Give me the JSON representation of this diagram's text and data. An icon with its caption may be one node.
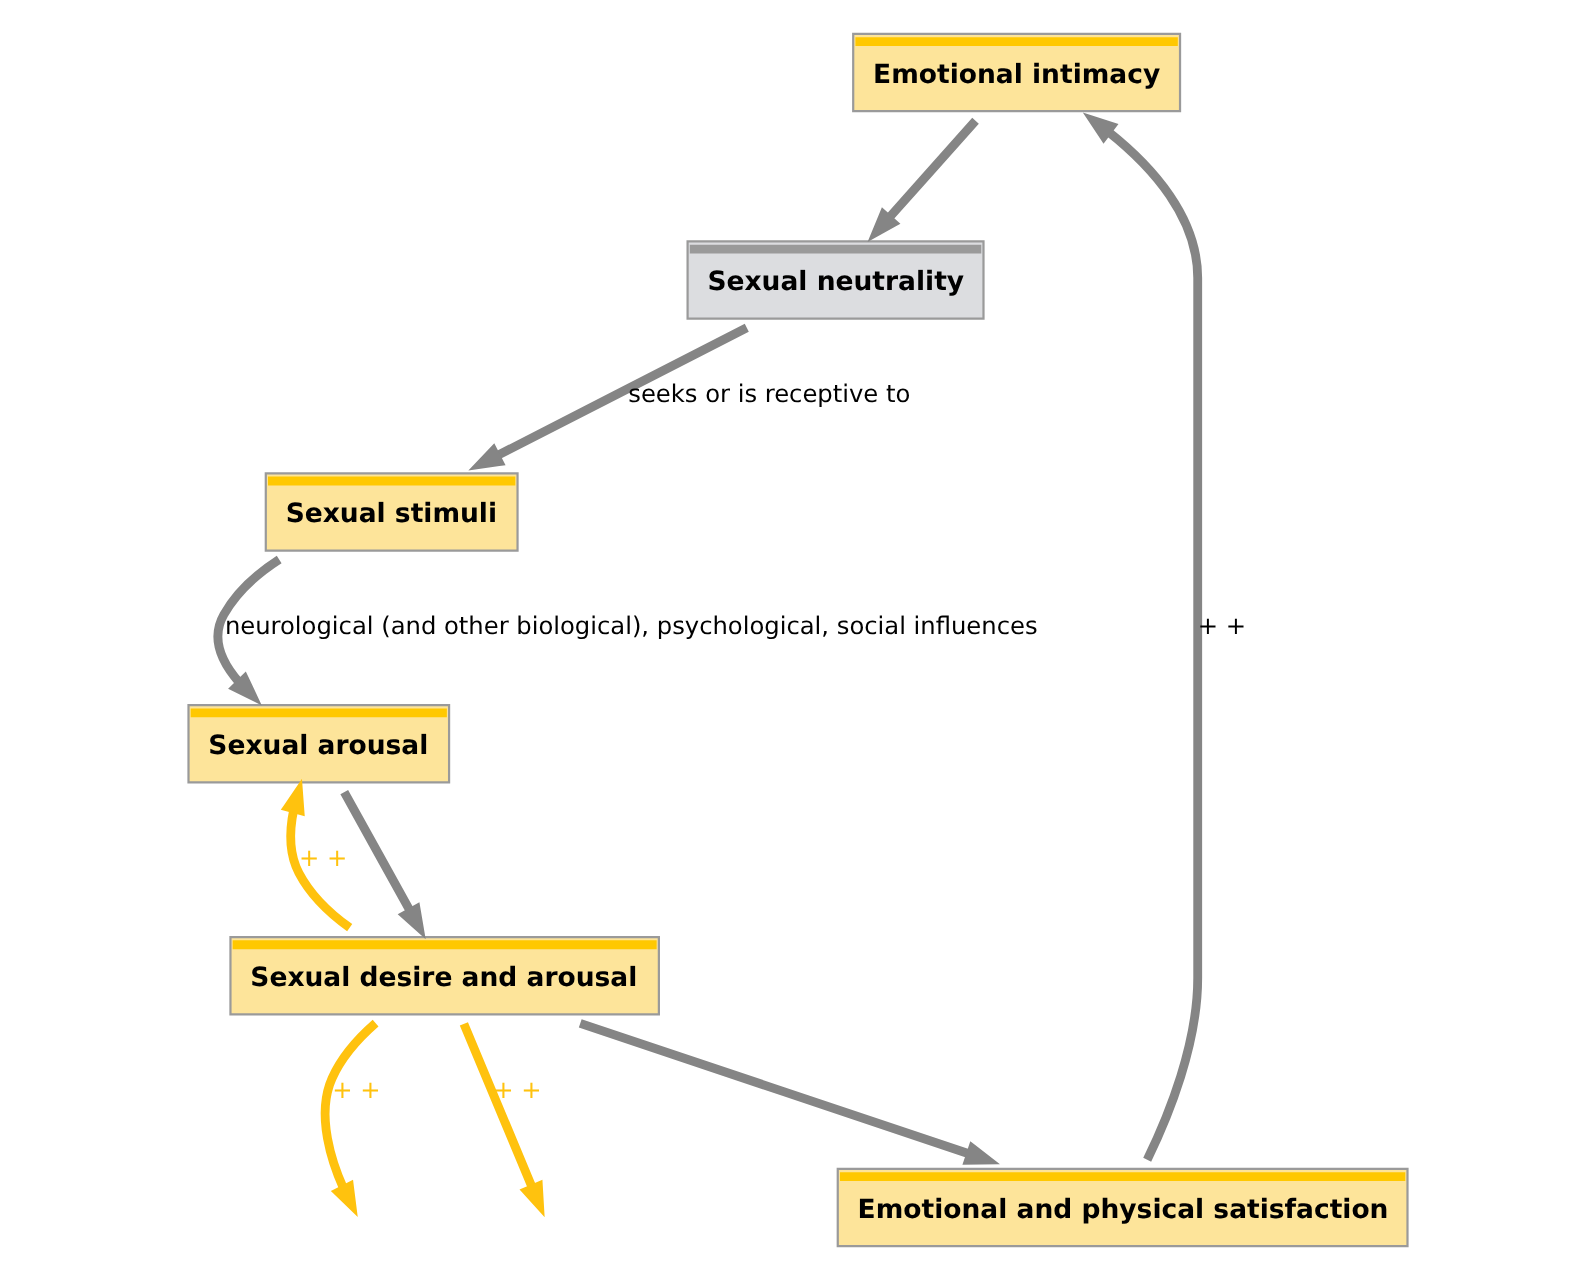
{
  "diagram": {
    "nodes": [
      {
        "text": [
          "Emotional intimacy"
        ]
      },
      {
        "text": [
          "Sexual neutrality"
        ]
      },
      {
        "text": [
          "Sexual stimuli"
        ]
      },
      {
        "text": [
          "Sexual arousal"
        ]
      },
      {
        "text": [
          "Sexual desire and arousal"
        ]
      },
      {
        "text": [
          "Emotional and physical satisfaction"
        ]
      }
    ],
    "edges": [
      {
        "from": 0,
        "to": 1,
        "arrow": "to"
      },
      {
        "from": 1,
        "to": 2,
        "arrow": "to",
        "label": "seeks or is receptive to"
      },
      {
        "from": 2,
        "to": 3,
        "arrow": "to",
        "label": "neurological (and other biological), psychological, social influences"
      },
      {
        "from": 3,
        "to": 4,
        "arrow": "to"
      },
      {
        "from": 4,
        "to": 5,
        "arrow": "to"
      },
      {
        "from": 5,
        "to": 0,
        "arrow": "to",
        "label": "+ +"
      },
      {
        "from": 4,
        "to": null,
        "arrow": "to",
        "color": "#ffc20e",
        "label": "+ +"
      },
      {
        "from": 4,
        "to": null,
        "arrow": "to",
        "color": "#ffc20e",
        "label": "+ +"
      },
      {
        "from": 4,
        "to": 3,
        "arrow": "to",
        "color": "#ffc20e",
        "label": "+ +"
      }
    ]
  }
}
